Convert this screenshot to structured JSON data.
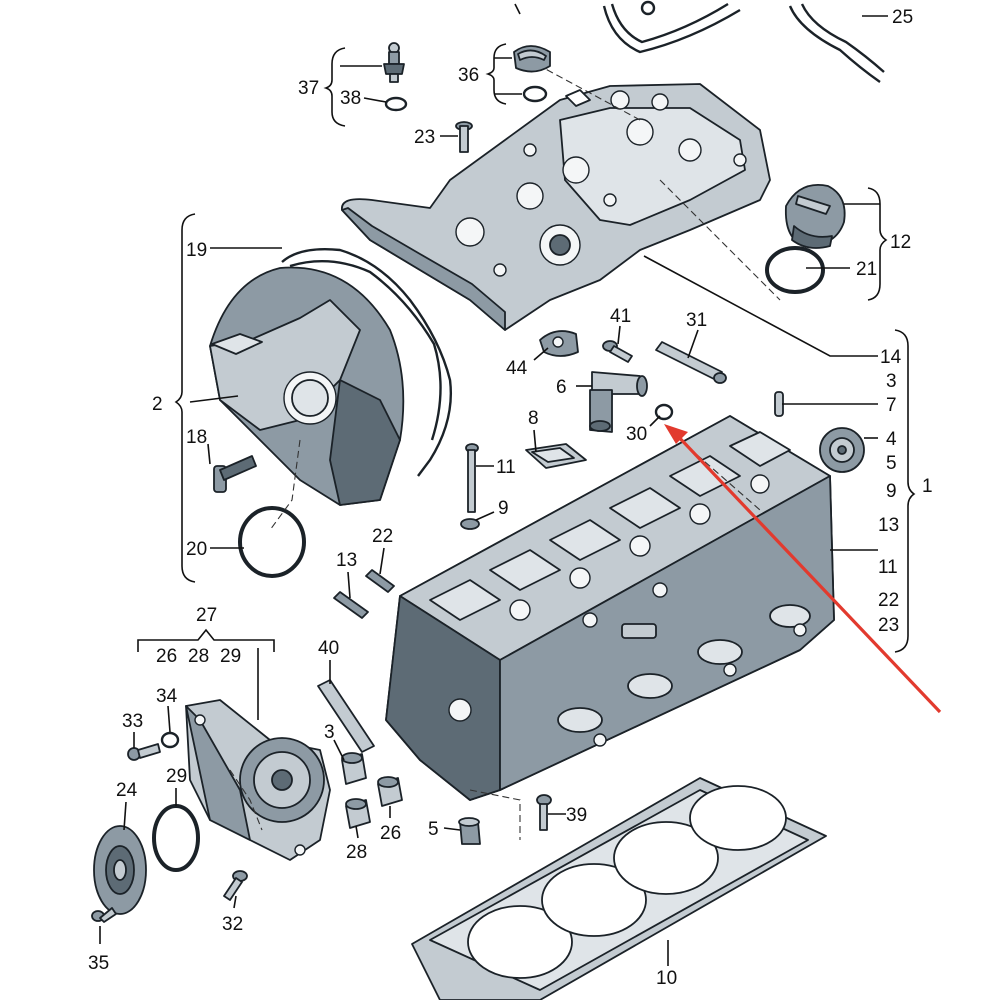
{
  "callouts": {
    "c1": "1",
    "c2": "2",
    "c3a": "3",
    "c3b": "3",
    "c4": "4",
    "c5a": "5",
    "c5b": "5",
    "c6": "6",
    "c7": "7",
    "c8": "8",
    "c9a": "9",
    "c9b": "9",
    "c10": "10",
    "c11a": "11",
    "c11b": "11",
    "c12": "12",
    "c13a": "13",
    "c13b": "13",
    "c14": "14",
    "c18": "18",
    "c19": "19",
    "c20": "20",
    "c21": "21",
    "c22a": "22",
    "c22b": "22",
    "c23a": "23",
    "c23b": "23",
    "c24": "24",
    "c25": "25",
    "c26a": "26",
    "c26b": "26",
    "c27": "27",
    "c28a": "28",
    "c28b": "28",
    "c29a": "29",
    "c29b": "29",
    "c30": "30",
    "c31": "31",
    "c32": "32",
    "c33": "33",
    "c34": "34",
    "c35": "35",
    "c36": "36",
    "c37": "37",
    "c38": "38",
    "c39": "39",
    "c40": "40",
    "c41": "41",
    "c44": "44"
  },
  "colors": {
    "highlight_arrow": "#e23a2e",
    "part_dark": "#5d6b75",
    "part_mid": "#8d9aa4",
    "part_light": "#c3cbd1"
  }
}
